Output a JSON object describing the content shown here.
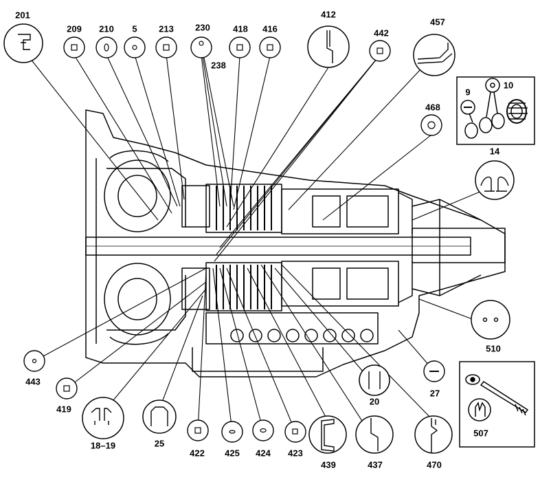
{
  "callouts": [
    {
      "id": "c201",
      "label": "201"
    },
    {
      "id": "c209",
      "label": "209"
    },
    {
      "id": "c210",
      "label": "210"
    },
    {
      "id": "c5",
      "label": "5"
    },
    {
      "id": "c213",
      "label": "213"
    },
    {
      "id": "c230",
      "label": "230"
    },
    {
      "id": "c238",
      "label": "238"
    },
    {
      "id": "c418",
      "label": "418"
    },
    {
      "id": "c416",
      "label": "416"
    },
    {
      "id": "c412",
      "label": "412"
    },
    {
      "id": "c442",
      "label": "442"
    },
    {
      "id": "c457",
      "label": "457"
    },
    {
      "id": "c468",
      "label": "468"
    },
    {
      "id": "c9",
      "label": "9"
    },
    {
      "id": "c10",
      "label": "10"
    },
    {
      "id": "c14",
      "label": "14"
    },
    {
      "id": "c510",
      "label": "510"
    },
    {
      "id": "c443",
      "label": "443"
    },
    {
      "id": "c419",
      "label": "419"
    },
    {
      "id": "c27",
      "label": "27"
    },
    {
      "id": "c20",
      "label": "20"
    },
    {
      "id": "c18_19",
      "label": "18–19"
    },
    {
      "id": "c25",
      "label": "25"
    },
    {
      "id": "c422",
      "label": "422"
    },
    {
      "id": "c425",
      "label": "425"
    },
    {
      "id": "c424",
      "label": "424"
    },
    {
      "id": "c423",
      "label": "423"
    },
    {
      "id": "c439",
      "label": "439"
    },
    {
      "id": "c437",
      "label": "437"
    },
    {
      "id": "c470",
      "label": "470"
    },
    {
      "id": "c507",
      "label": "507"
    }
  ]
}
